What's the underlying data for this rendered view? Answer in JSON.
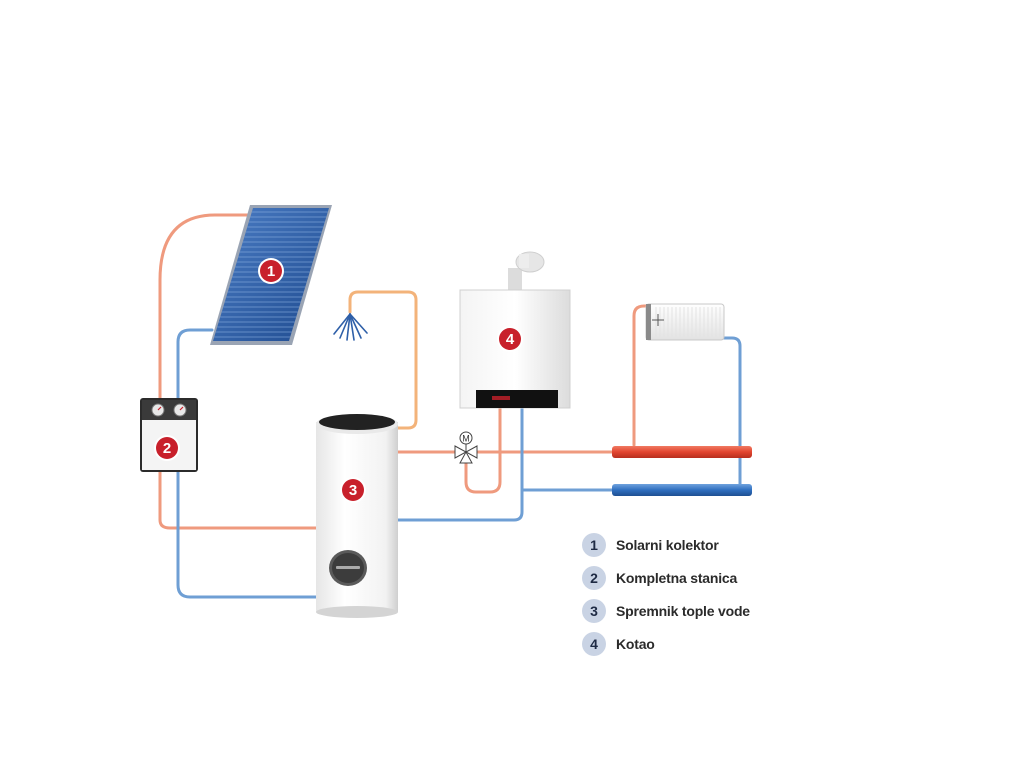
{
  "colors": {
    "hot_pipe": "#ef9a7e",
    "cold_pipe": "#6f9fd4",
    "hot_main": "#e2452f",
    "cold_main": "#2f6fbf",
    "shower_pipe": "#f3b37a",
    "marker_red": "#c8202b",
    "legend_badge": "#c9d3e4",
    "collector_blue": "#2e5fa8"
  },
  "markers": [
    {
      "id": "collector",
      "label": "1"
    },
    {
      "id": "station",
      "label": "2"
    },
    {
      "id": "tank",
      "label": "3"
    },
    {
      "id": "boiler",
      "label": "4"
    }
  ],
  "valve": {
    "label": "M"
  },
  "legend": [
    {
      "num": "1",
      "label": "Solarni kolektor"
    },
    {
      "num": "2",
      "label": "Kompletna stanica"
    },
    {
      "num": "3",
      "label": "Spremnik tople vode"
    },
    {
      "num": "4",
      "label": "Kotao"
    }
  ]
}
